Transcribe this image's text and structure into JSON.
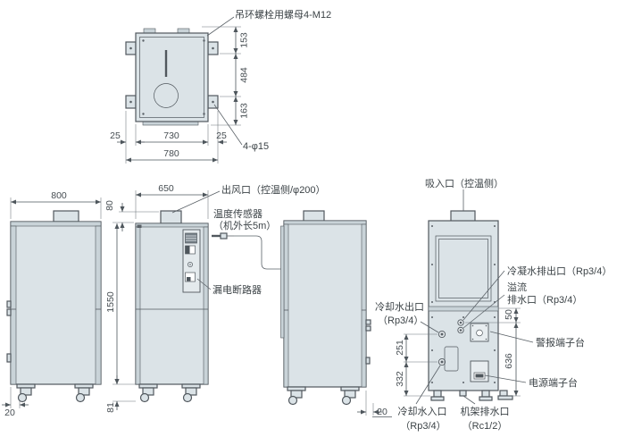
{
  "drawing": {
    "type": "equipment-outline-drawing",
    "views": [
      "top-view",
      "front-view",
      "left-side-view",
      "right-side-view",
      "rear-view"
    ]
  },
  "colors": {
    "panel": "#dbe3e7",
    "panel_dark": "#c9d3d8",
    "line": "#51585e",
    "text": "#3c4347",
    "background": "#ffffff"
  },
  "labels": {
    "eyebolt": "吊环螺栓用螺母4-M12",
    "holes": "4-φ15",
    "air_outlet": "出风口（控温侧/φ200）",
    "sensor1": "温度传感器",
    "sensor2": "（机外长5m）",
    "breaker": "漏电断路器",
    "air_inlet": "吸入口（控温侧）",
    "condensate": "冷凝水排出口（Rp3/4）",
    "overflow1": "溢流",
    "overflow2": "排水口（Rp3/4）",
    "cw_out1": "冷却水出口",
    "cw_out2": "（Rp3/4）",
    "alarm": "警报端子台",
    "power": "电源端子台",
    "cw_in1": "冷却水入口",
    "cw_in2": "（Rp3/4）",
    "rack_drain1": "机架排水口",
    "rack_drain2": "（Rc1/2）"
  },
  "dims": {
    "top": {
      "d153": "153",
      "d484": "484",
      "d163": "163",
      "d25l": "25",
      "d730": "730",
      "d25r": "25",
      "d780": "780"
    },
    "front": {
      "d800": "800",
      "d20": "20"
    },
    "side_l": {
      "d650": "650",
      "d80": "80",
      "d1550": "1550",
      "d81": "81"
    },
    "side_r": {
      "d20": "20"
    },
    "rear": {
      "d50": "50",
      "d636": "636",
      "d251": "251",
      "d332": "332"
    }
  }
}
